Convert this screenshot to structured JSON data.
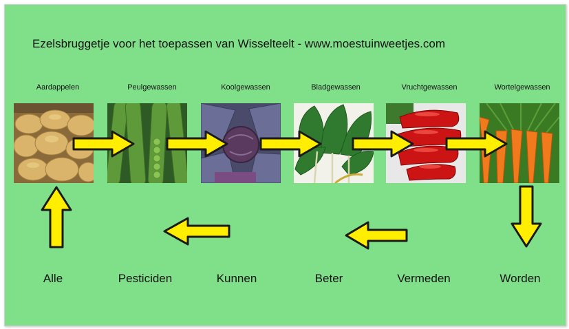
{
  "title": "Ezelsbruggetje voor het toepassen van Wisselteelt - www.moestuinweetjes.com",
  "categories": [
    {
      "label": "Aardappelen",
      "image": "potatoes"
    },
    {
      "label": "Peulgewassen",
      "image": "peas"
    },
    {
      "label": "Koolgewassen",
      "image": "cabbage"
    },
    {
      "label": "Bladgewassen",
      "image": "leafy-greens"
    },
    {
      "label": "Vruchtgewassen",
      "image": "red-peppers"
    },
    {
      "label": "Wortelgewassen",
      "image": "carrots"
    }
  ],
  "mnemonic_words": [
    "Alle",
    "Pesticiden",
    "Kunnen",
    "Beter",
    "Vermeden",
    "Worden"
  ],
  "colors": {
    "background": "#80e08a",
    "arrow_fill": "#ffee00",
    "arrow_outline": "#1a1a1a"
  }
}
